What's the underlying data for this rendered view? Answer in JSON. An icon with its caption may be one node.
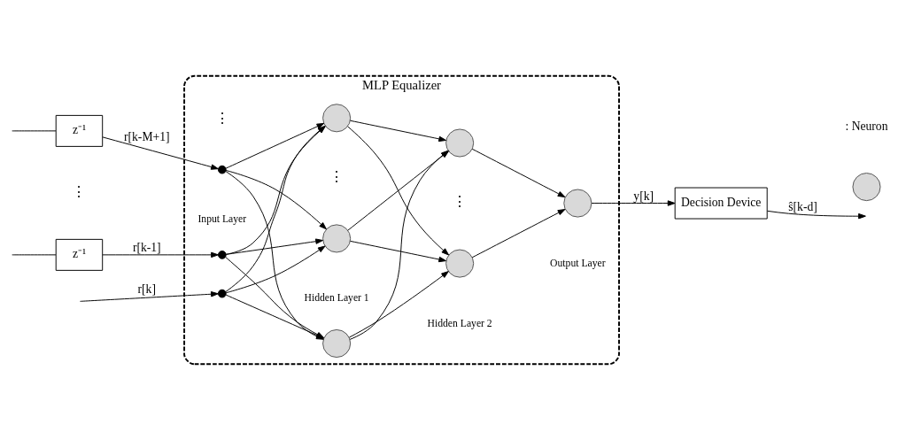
{
  "diagram": {
    "nodes": [
      {
        "text": [
          "MLP Equalizer"
        ]
      },
      {
        "text": [],
        "shape": "circle",
        "in": 0
      },
      {
        "text": [],
        "shape": "circle",
        "in": 0
      },
      {
        "text": [],
        "shape": "circle",
        "in": 0
      },
      {
        "text": [],
        "shape": "circle",
        "in": 0
      },
      {
        "text": [],
        "shape": "circle",
        "in": 0
      },
      {
        "text": [],
        "shape": "circle",
        "in": 0
      },
      {
        "text": [],
        "shape": "circle",
        "in": 0
      },
      {
        "text": [],
        "shape": "circle",
        "in": 0
      },
      {
        "text": [],
        "shape": "circle",
        "in": 0
      },
      {
        "text": [
          "Decision Device"
        ]
      },
      {
        "text": [
          "z⁻¹"
        ]
      },
      {
        "text": [
          "z⁻¹"
        ]
      },
      {
        "text": [],
        "shape": "circle"
      }
    ],
    "edges": [
      {
        "from": null,
        "to": 1,
        "arrow": "to",
        "label": "r[k]"
      },
      {
        "from": null,
        "to": 11,
        "arrow": "none"
      },
      {
        "from": 11,
        "to": 2,
        "arrow": "to",
        "label": "r[k-1]"
      },
      {
        "from": null,
        "to": 12,
        "arrow": "none"
      },
      {
        "from": 12,
        "to": 3,
        "arrow": "to",
        "label": "r[k-M+1]"
      },
      {
        "from": 1,
        "to": 4,
        "arrow": "to"
      },
      {
        "from": 1,
        "to": 5,
        "arrow": "to"
      },
      {
        "from": 1,
        "to": 6,
        "arrow": "to"
      },
      {
        "from": 2,
        "to": 4,
        "arrow": "to"
      },
      {
        "from": 2,
        "to": 5,
        "arrow": "to"
      },
      {
        "from": 2,
        "to": 6,
        "arrow": "to"
      },
      {
        "from": 3,
        "to": 4,
        "arrow": "to"
      },
      {
        "from": 3,
        "to": 5,
        "arrow": "to"
      },
      {
        "from": 3,
        "to": 6,
        "arrow": "to"
      },
      {
        "from": 4,
        "to": 7,
        "arrow": "to"
      },
      {
        "from": 4,
        "to": 8,
        "arrow": "to"
      },
      {
        "from": 5,
        "to": 7,
        "arrow": "to"
      },
      {
        "from": 5,
        "to": 8,
        "arrow": "to"
      },
      {
        "from": 6,
        "to": 7,
        "arrow": "to"
      },
      {
        "from": 6,
        "to": 8,
        "arrow": "to"
      },
      {
        "from": 7,
        "to": 9,
        "arrow": "to"
      },
      {
        "from": 8,
        "to": 9,
        "arrow": "to"
      },
      {
        "from": 9,
        "to": 10,
        "arrow": "to",
        "label": "y[k]"
      },
      {
        "from": 10,
        "to": null,
        "arrow": "to",
        "label": "ŝ[k-d]"
      }
    ],
    "labels": [
      "⋮",
      "⋮",
      "⋮",
      "⋮",
      "Input Layer",
      "Hidden Layer 1",
      "Hidden Layer 2",
      "Output Layer"
    ],
    "legend": [
      {
        "text": ": Neuron"
      }
    ]
  }
}
